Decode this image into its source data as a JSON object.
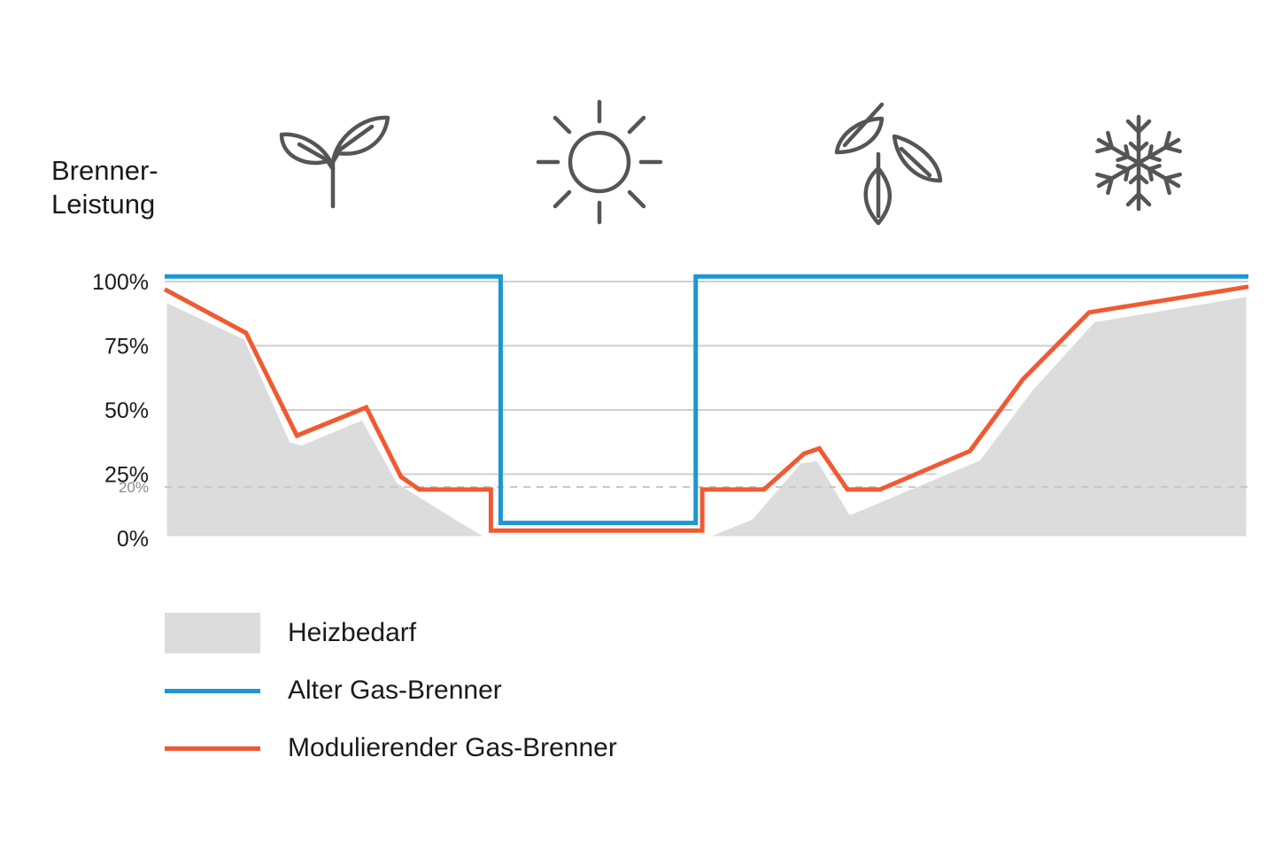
{
  "chart_data": {
    "type": "area",
    "ylabel": [
      "Brenner-",
      "Leistung"
    ],
    "x_domain": [
      0,
      100
    ],
    "ylim": [
      0,
      100
    ],
    "yticks": [
      {
        "value": 0,
        "label": "0%"
      },
      {
        "value": 25,
        "label": "25%"
      },
      {
        "value": 50,
        "label": "50%"
      },
      {
        "value": 75,
        "label": "75%"
      },
      {
        "value": 100,
        "label": "100%"
      }
    ],
    "reference_line": {
      "value": 20,
      "label": "20%",
      "style": "dashed"
    },
    "grid": true,
    "season_icons": [
      "plant-sprout-icon",
      "sun-icon",
      "falling-leaves-icon",
      "snowflake-icon"
    ],
    "series": [
      {
        "name": "Heizbedarf",
        "kind": "area",
        "color": "#dcdcdc",
        "x": [
          0,
          7.5,
          11.7,
          12.6,
          18.3,
          21.6,
          27.3,
          30.1,
          33.3,
          49.4,
          54.1,
          58.6,
          60.3,
          63.3,
          75.1,
          79.9,
          85.7,
          100
        ],
        "y": [
          93,
          78,
          38,
          37,
          47,
          22,
          7,
          0,
          0,
          0,
          8,
          30,
          31,
          10,
          31,
          58,
          85,
          95
        ]
      },
      {
        "name": "Alter Gas-Brenner",
        "kind": "line",
        "color": "#1d96d3",
        "x": [
          0,
          31.0,
          31.0,
          49.0,
          49.0,
          100
        ],
        "y": [
          102,
          102,
          6,
          6,
          102,
          102
        ]
      },
      {
        "name": "Modulierender Gas-Brenner",
        "kind": "line",
        "color": "#f05a32",
        "x": [
          0,
          7.5,
          12.2,
          18.6,
          21.8,
          23.5,
          30.1,
          30.1,
          49.6,
          49.6,
          55.3,
          59.0,
          60.4,
          63.0,
          66.0,
          74.3,
          79.2,
          85.3,
          100
        ],
        "y": [
          97,
          80,
          40,
          51,
          24,
          19,
          19,
          3,
          3,
          19,
          19,
          33,
          35,
          19,
          19,
          34,
          62,
          88,
          98
        ]
      }
    ]
  },
  "legend": [
    {
      "label": "Heizbedarf",
      "type": "area",
      "color": "#dcdcdc"
    },
    {
      "label": "Alter Gas-Brenner",
      "type": "line",
      "color": "#1d96d3"
    },
    {
      "label": "Modulierender Gas-Brenner",
      "type": "line",
      "color": "#f05a32"
    }
  ],
  "colors": {
    "grid": "#cfcfcf",
    "axis_text": "#1a1a1a",
    "ref_text": "#8a8a8a",
    "icon": "#555555"
  }
}
